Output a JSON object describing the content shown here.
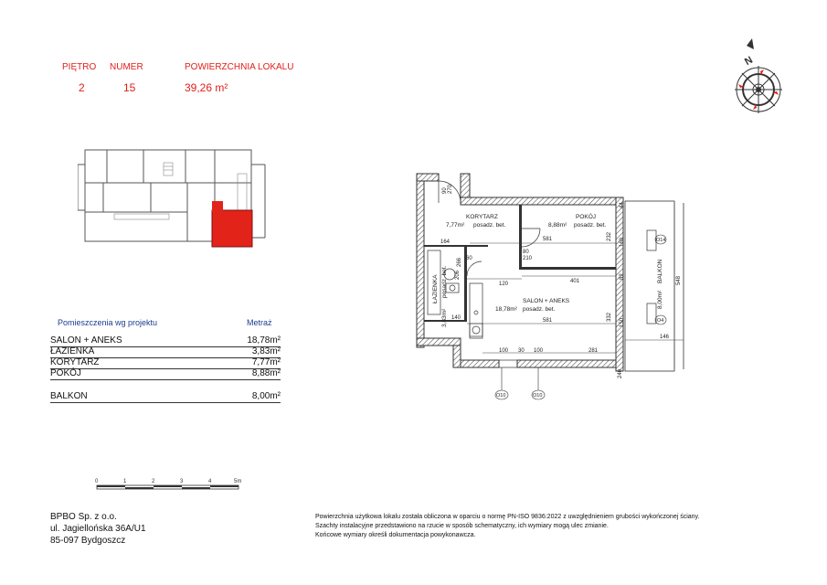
{
  "header": {
    "floor_label": "PIĘTRO",
    "number_label": "NUMER",
    "area_label": "POWIERZCHNIA LOKALU",
    "floor_value": "2",
    "number_value": "15",
    "area_value": "39,26 m²"
  },
  "rooms_table": {
    "title_left": "Pomieszczenia wg projektu",
    "title_right": "Metraż",
    "rows": [
      {
        "name": "SALON + ANEKS",
        "area": "18,78m²"
      },
      {
        "name": "ŁAZIENKA",
        "area": "3,83m²"
      },
      {
        "name": "KORYTARZ",
        "area": "7,77m²"
      },
      {
        "name": "POKÓJ",
        "area": "8,88m²"
      }
    ],
    "balcony": {
      "name": "BALKON",
      "area": "8,00m²"
    }
  },
  "scale": {
    "ticks": [
      "0",
      "1",
      "2",
      "3",
      "4",
      "5m"
    ]
  },
  "company": {
    "name": "BPBO Sp. z o.o.",
    "street": "ul. Jagiellońska 36A/U1",
    "city": "85-097 Bydgoszcz"
  },
  "notes": [
    "Powierzchnia użytkowa lokalu została obliczona w oparciu o normę PN-ISO 9836:2022 z uwzględnieniem grubości wykończonej ściany.",
    "Szachty instalacyjne przedstawiono na rzucie w sposób schematyczny, ich wymiary mogą ulec zmianie.",
    "Końcowe wymiary określi dokumentacja powykonawcza."
  ],
  "plan": {
    "korytarz_name": "KORYTARZ",
    "korytarz_area": "7,77m²",
    "korytarz_floor": "posadz. bet.",
    "pokoj_name": "POKÓJ",
    "pokoj_area": "8,88m²",
    "pokoj_floor": "posadz. bet.",
    "salon_name": "SALON + ANEKS",
    "salon_area": "18,78m²",
    "salon_floor": "posadz. bet.",
    "lazienka_name": "ŁAZIENKA",
    "lazienka_area": "3,83m²",
    "lazienka_floor": "posadz. bet.",
    "balkon_name": "BALKON",
    "balkon_area": "8,00m²",
    "dims": {
      "d581a": "581",
      "d401": "401",
      "d120": "120",
      "d581b": "581",
      "d100a": "100",
      "d30": "30",
      "d100b": "100",
      "d281": "281",
      "d146": "146",
      "d548": "548",
      "d232": "232",
      "d332": "332",
      "d164": "164",
      "d60": "60",
      "d140": "140",
      "d80": "80",
      "d210": "210",
      "d90": "90",
      "d270": "270",
      "d82": "82",
      "d44": "44",
      "d160": "160",
      "d150": "150",
      "d240": "240",
      "d206": "206",
      "d266": "266"
    },
    "windows": {
      "o10a": "O10",
      "o10b": "O10",
      "o14": "O14",
      "o4": "O4"
    }
  },
  "colors": {
    "header_red": "#e0201b",
    "title_blue": "#1a3d8f",
    "unit_fill": "#e2231a",
    "wall_hatch": "#555555"
  },
  "compass": {
    "north_label": "N"
  }
}
